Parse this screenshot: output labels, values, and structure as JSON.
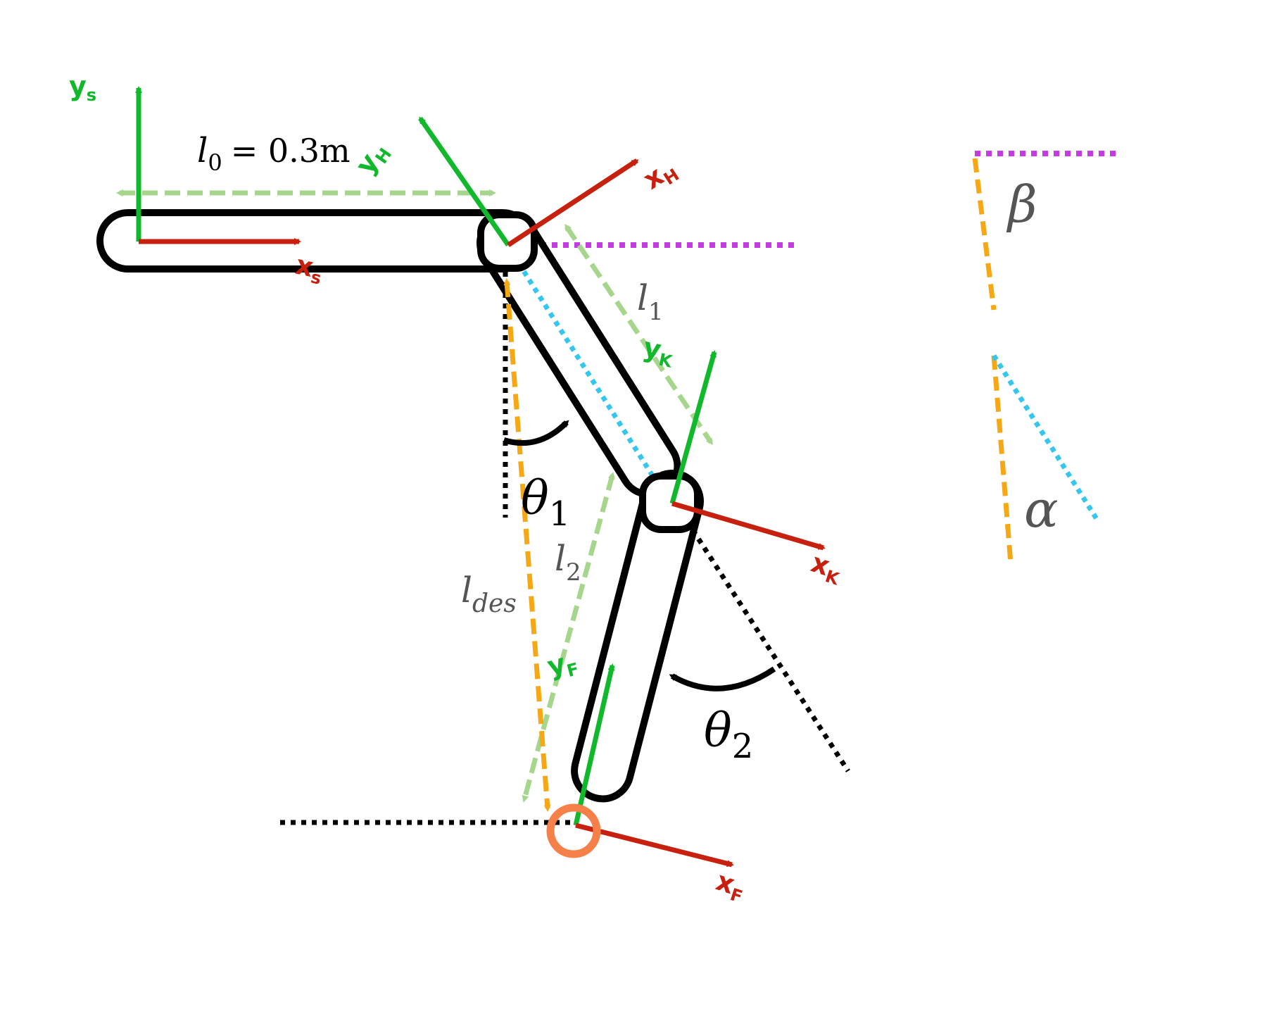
{
  "labels": {
    "ys": {
      "main": "y",
      "sub": "s"
    },
    "xs": {
      "main": "x",
      "sub": "s"
    },
    "yh": {
      "main": "y",
      "sub": "H"
    },
    "xh": {
      "main": "x",
      "sub": "H"
    },
    "yk": {
      "main": "y",
      "sub": "K"
    },
    "xk": {
      "main": "x",
      "sub": "K"
    },
    "yf": {
      "main": "y",
      "sub": "F"
    },
    "xf": {
      "main": "x",
      "sub": "F"
    },
    "l0": {
      "main": "l",
      "sub": "0",
      "rest": "= 0.3m"
    },
    "l1": {
      "main": "l",
      "sub": "1"
    },
    "l2": {
      "main": "l",
      "sub": "2"
    },
    "ldes": {
      "main": "l",
      "sub": "des"
    },
    "theta1": {
      "main": "θ",
      "sub": "1"
    },
    "theta2": {
      "main": "θ",
      "sub": "2"
    },
    "beta": "β",
    "alpha": "α"
  },
  "colors": {
    "link_outline": "#000000",
    "x_axis": "#c8200e",
    "y_axis": "#11b82c",
    "dimension": "#a6d58c",
    "desired_length": "#f5a814",
    "leg_line": "#35c6f0",
    "horizontal_ref": "#c43be0",
    "reference_dotted": "#000000",
    "foot_marker": "#f5804a",
    "greek_symbol": "#555555"
  }
}
